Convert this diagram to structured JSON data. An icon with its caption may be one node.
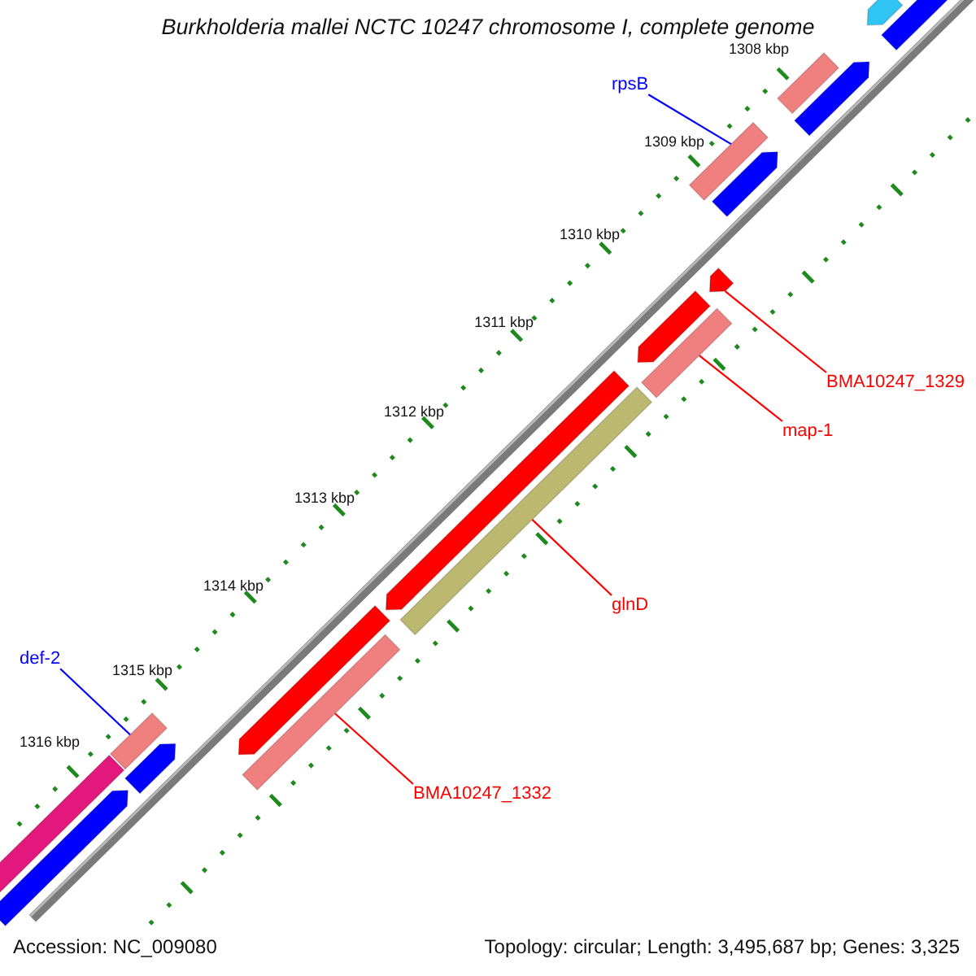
{
  "diagram": {
    "title": "Burkholderia mallei NCTC 10247 chromosome I, complete genome",
    "nodes": [
      {
        "text": [
          "rpsB"
        ]
      },
      {
        "text": [],
        "shape": "bar"
      },
      {
        "text": [],
        "shape": "arrow"
      },
      {
        "text": [],
        "shape": "bar"
      },
      {
        "text": [],
        "shape": "arrow"
      },
      {
        "text": [],
        "shape": "bar"
      },
      {
        "text": [],
        "shape": "arrow"
      },
      {
        "text": [
          "BMA10247_1329"
        ]
      },
      {
        "text": [],
        "shape": "arrow"
      },
      {
        "text": [
          "map-1"
        ]
      },
      {
        "text": [],
        "shape": "arrow"
      },
      {
        "text": [],
        "shape": "bar"
      },
      {
        "text": [
          "glnD"
        ]
      },
      {
        "text": [],
        "shape": "arrow"
      },
      {
        "text": [],
        "shape": "bar"
      },
      {
        "text": [
          "BMA10247_1332"
        ]
      },
      {
        "text": [],
        "shape": "arrow"
      },
      {
        "text": [],
        "shape": "bar"
      },
      {
        "text": [
          "def-2"
        ]
      },
      {
        "text": [],
        "shape": "bar"
      },
      {
        "text": [],
        "shape": "arrow"
      },
      {
        "text": [],
        "shape": "bar"
      },
      {
        "text": [],
        "shape": "arrow"
      }
    ],
    "edges": [
      {
        "from": 0,
        "to": 5,
        "arrow": "none",
        "color": "#0000ff"
      },
      {
        "from": 7,
        "to": 8,
        "arrow": "none"
      },
      {
        "from": 9,
        "to": 11,
        "arrow": "none"
      },
      {
        "from": 12,
        "to": 14,
        "arrow": "none"
      },
      {
        "from": 15,
        "to": 17,
        "arrow": "none"
      },
      {
        "from": 18,
        "to": 19,
        "arrow": "none",
        "color": "#0000ff"
      }
    ],
    "labels": [
      "1308 kbp",
      "1309 kbp",
      "1310 kbp",
      "1311 kbp",
      "1312 kbp",
      "1313 kbp",
      "1314 kbp",
      "1315 kbp",
      "1316 kbp",
      "Accession: NC_009080",
      "Topology: circular; Length: 3,495,687 bp; Genes: 3,325"
    ]
  }
}
